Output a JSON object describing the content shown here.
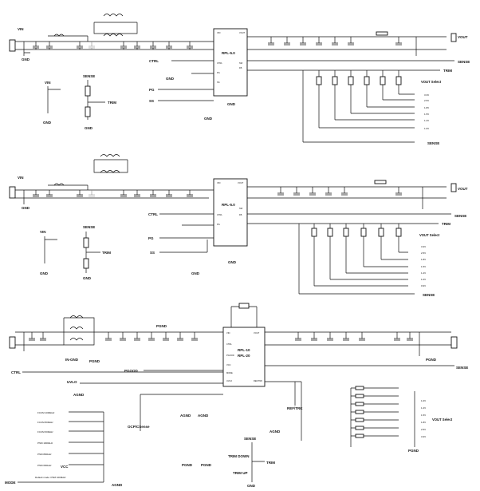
{
  "nets": {
    "vin": "VIN",
    "gnd": "GND",
    "pgnd": "PGND",
    "agnd": "AGND",
    "sense": "SENSE",
    "trim": "TRIM",
    "ctrl": "CTRL",
    "pg": "PG",
    "ss": "SS",
    "vcc": "VCC",
    "mode": "MODE",
    "uvlo": "UVLO",
    "pgood": "PGOOD",
    "ocp": "OCP/CSense",
    "ref_trk": "REF/TRK",
    "trim_down": "TRIM DOWN",
    "trim_up": "TRIM UP",
    "in_gnd": "IN-GND"
  },
  "section1": {
    "vin_label": "VIN",
    "vout_label": "VOUT",
    "chip_name": "RPL-5.0",
    "vout_select": "VOUT Select",
    "select_values": [
      "3.3V",
      "2.5V",
      "1.8V",
      "1.5V",
      "1.2V",
      "1.0V"
    ],
    "sense_label": "SENSE"
  },
  "section2": {
    "vin_label": "VIN",
    "vout_label": "VOUT",
    "chip_name": "RPL-5.0",
    "vout_select": "VOUT Select",
    "select_values": [
      "3.3V",
      "2.5V",
      "1.8V",
      "1.5V",
      "1.2V",
      "1.0V",
      "0.9V"
    ],
    "sense_label": "SENSE"
  },
  "section3": {
    "chip_name_1": "RPL-10",
    "chip_name_2": "RPL-20",
    "vout_select": "VOUT Select",
    "select_values": [
      "1.0V",
      "1.2V",
      "1.5V",
      "1.8V",
      "2.5V",
      "3.3V"
    ],
    "mode_options": [
      "FCCM 1000kHz",
      "FCCM 800kHz",
      "FCCM 600kHz",
      "PSM 1000kHz",
      "PSM 800kHz",
      "PSM 600kHz"
    ],
    "default_mode": "Default mode: PSM 1000kHz"
  }
}
